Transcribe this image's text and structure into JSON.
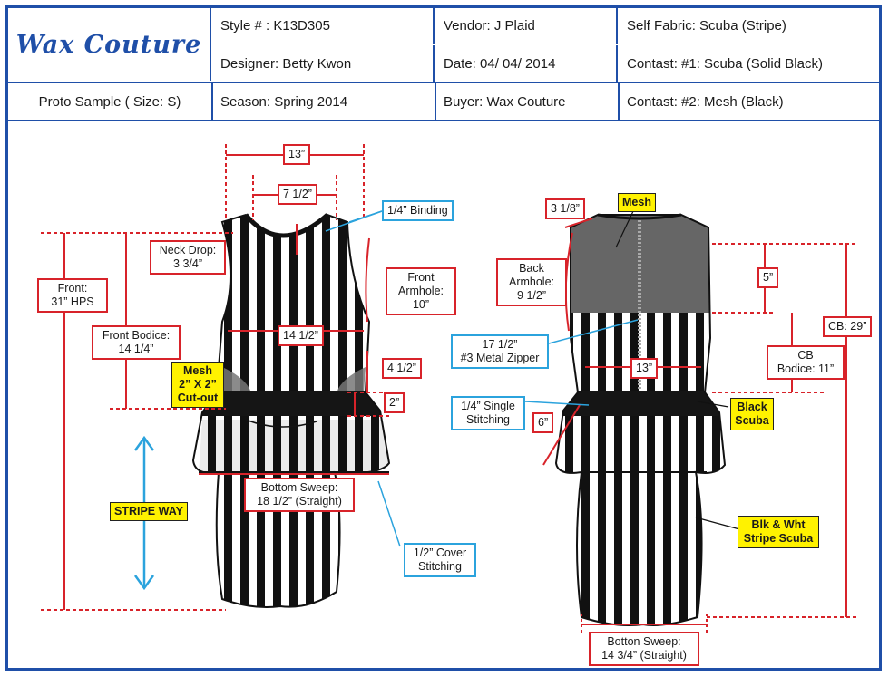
{
  "header": {
    "brand": "Wax Couture",
    "style": "Style # : K13D305",
    "vendor": "Vendor: J Plaid",
    "self_fabric": "Self Fabric: Scuba (Stripe)",
    "designer": "Designer: Betty Kwon",
    "date": "Date: 04/ 04/ 2014",
    "contrast1": "Contast: #1: Scuba (Solid Black)",
    "proto": "Proto Sample ( Size: S)",
    "season": "Season: Spring 2014",
    "buyer": "Buyer: Wax Couture",
    "contrast2": "Contast: #2: Mesh (Black)"
  },
  "front": {
    "width_top": "13”",
    "width_neck": "7 1/2”",
    "binding": "1/4” Binding",
    "neck_drop_1": "Neck Drop:",
    "neck_drop_2": "3 3/4”",
    "front_armhole_1": "Front",
    "front_armhole_2": "Armhole:",
    "front_armhole_3": "10”",
    "front_length_1": "Front:",
    "front_length_2": "31” HPS",
    "front_bodice_1": "Front Bodice:",
    "front_bodice_2": "14 1/4”",
    "chest": "14 1/2”",
    "side_4_5": "4 1/2”",
    "waistband": "2”",
    "mesh_1": "Mesh",
    "mesh_2": "2” X 2”",
    "mesh_3": "Cut-out",
    "stripe_way": "STRIPE WAY",
    "bottom_sweep_1": "Bottom Sweep:",
    "bottom_sweep_2": "18 1/2” (Straight)",
    "cover_1": "1/2” Cover",
    "cover_2": "Stitching"
  },
  "back": {
    "shoulder": "3 1/8”",
    "mesh": "Mesh",
    "back_armhole_1": "Back",
    "back_armhole_2": "Armhole:",
    "back_armhole_3": "9 1/2”",
    "yoke": "5”",
    "cb_length": "CB: 29”",
    "cb_bodice_1": "CB",
    "cb_bodice_2": "Bodice: 11”",
    "zipper_1": "17 1/2”",
    "zipper_2": "#3 Metal Zipper",
    "waist": "13”",
    "single_1": "1/4” Single",
    "single_2": "Stitching",
    "black_scuba_1": "Black",
    "black_scuba_2": "Scuba",
    "peplum": "6”",
    "stripe_scuba_1": "Blk & Wht",
    "stripe_scuba_2": "Stripe Scuba",
    "bottom_sweep_1": "Botton Sweep:",
    "bottom_sweep_2": "14 3/4” (Straight)"
  },
  "colors": {
    "frame_blue": "#1f4fa8",
    "measure_red": "#d8232a",
    "callout_blue": "#2ba3dd",
    "note_yellow": "#fff200"
  }
}
